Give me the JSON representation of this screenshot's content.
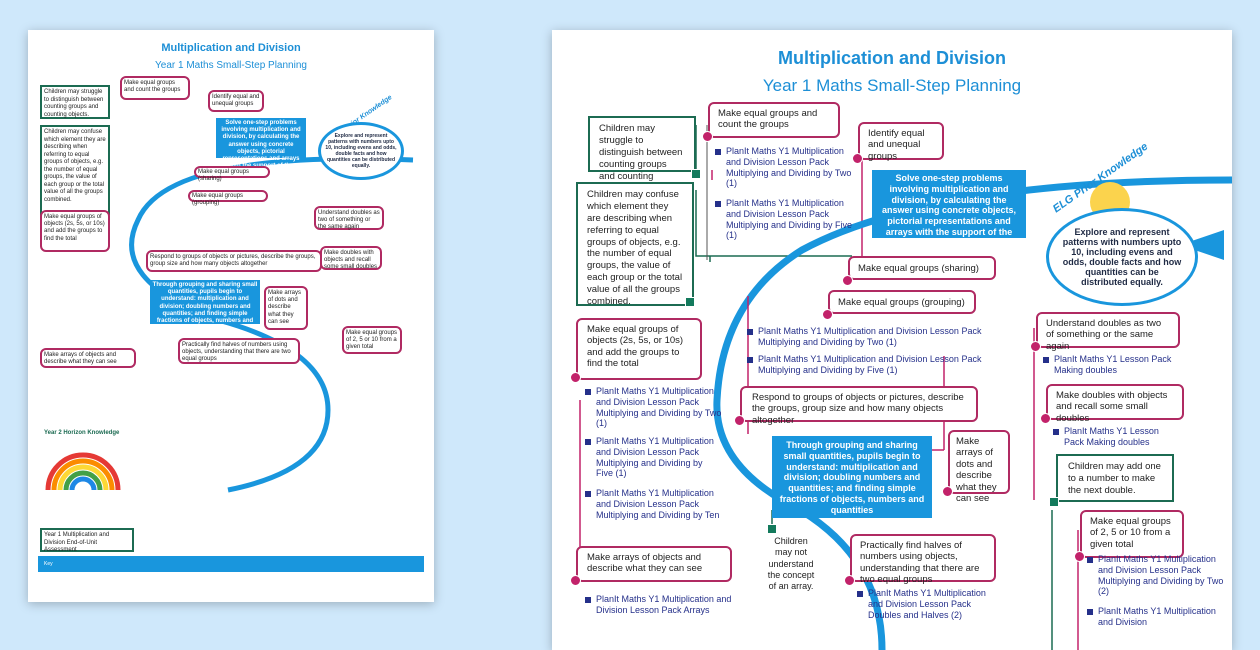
{
  "document": {
    "title": "Multiplication and Division",
    "subtitle": "Year 1 Maths Small-Step Planning"
  },
  "elg": {
    "label": "ELG Prior Knowledge",
    "text": "Explore and represent patterns with numbers upto 10, including evens and odds, double facts and how quantities can be distributed equally."
  },
  "horizon": {
    "label": "Year 2 Horizon Knowledge",
    "footer": "Year 1 Multiplication and Division End-of-Unit Assessment"
  },
  "steps": {
    "equal_groups": "Make equal groups and count the groups",
    "identify_equal": "Identify equal and unequal groups",
    "sharing": "Make equal groups (sharing)",
    "grouping": "Make equal groups (grouping)",
    "equal_groups_2510": "Make equal groups of objects (2s, 5s, or 10s) and add the groups to find the total",
    "respond": "Respond to groups of objects or pictures, describe the groups, group size and how many objects altogether",
    "arrays": "Make arrays of objects and describe what they can see",
    "halves": "Practically find halves of numbers using objects, understanding that there are two equal groups",
    "understand_doubles": "Understand doubles as two of something or the same again",
    "make_doubles": "Make doubles with objects and recall some small doubles",
    "arrays_dots": "Make arrays of dots and describe what they can see",
    "make_2510": "Make equal groups of 2, 5 or 10 from a given total"
  },
  "links": {
    "by_two": "PlanIt Maths Y1 Multiplication and Division Lesson Pack Multiplying and Dividing by Two (1)",
    "by_five": "PlanIt Maths Y1 Multiplication and Division Lesson Pack Multiplying and Dividing by Five (1)",
    "line_two": "PlanIt Maths Y1 Multiplication and Division Lesson Pack Multiplying and Dividing by Two (1)",
    "line_five": "PlanIt Maths Y1 Multiplication and Division Lesson Pack Multiplying and Dividing by Five (1)",
    "left_two": "PlanIt Maths Y1 Multiplication and Division Lesson Pack Multiplying and Dividing by Two (1)",
    "left_five": "PlanIt Maths Y1 Multiplication and Division Lesson Pack Multiplying and Dividing by Five (1)",
    "left_ten": "PlanIt Maths Y1 Multiplication and Division Lesson Pack Multiplying and Dividing by Ten",
    "arrays": "PlanIt Maths Y1 Multiplication and Division Lesson Pack Arrays",
    "doubles_lesson": "PlanIt Maths Y1 Lesson Pack Making doubles",
    "doubles_lesson2": "PlanIt Maths Y1 Lesson Pack Making doubles",
    "halves": "PlanIt Maths Y1 Multiplication and Division Lesson Pack Doubles and Halves (2)",
    "right_two": "PlanIt Maths Y1 Multiplication and Division Lesson Pack Multiplying and Dividing by Two (2)",
    "right_five": "PlanIt Maths Y1 Multiplication and Division"
  },
  "misconceptions": {
    "struggle": "Children may struggle to distinguish between counting groups and counting objects.",
    "confuse": "Children may confuse which element they are describing when referring to equal groups of objects, e.g. the number of equal groups, the value of each group or the total value of all the groups combined.",
    "array": "Children may not understand the concept of an array.",
    "add_one": "Children may add one to a number to make the next double."
  },
  "blue": {
    "solve": "Solve one-step problems involving multiplication and division, by calculating the answer using concrete objects, pictorial representations and arrays with the support of the teacher",
    "grouping": "Through grouping and sharing small quantities, pupils begin to understand: multiplication and division; doubling numbers and quantities; and finding simple fractions of objects, numbers and quantities"
  }
}
